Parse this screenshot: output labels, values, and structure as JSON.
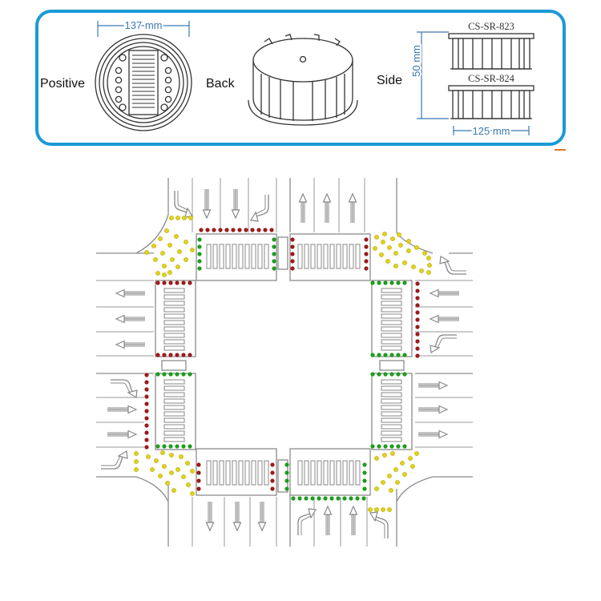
{
  "product_panel": {
    "positive_label": "Positive",
    "back_label": "Back",
    "side_label": "Side",
    "diameter_dim": "137 mm",
    "height_dim": "50 mm",
    "width_dim": "125 mm",
    "model_a": "CS-SR-823",
    "model_b": "CS-SR-824"
  },
  "colors": {
    "panel_border": "#1a9ad6",
    "dimension": "#3b78b0",
    "led_red": "#9b1b1b",
    "led_green": "#1e9c1e",
    "led_yellow": "#e2d21c",
    "road_line": "#8c8c8c",
    "accent_orange": "#e87722"
  }
}
